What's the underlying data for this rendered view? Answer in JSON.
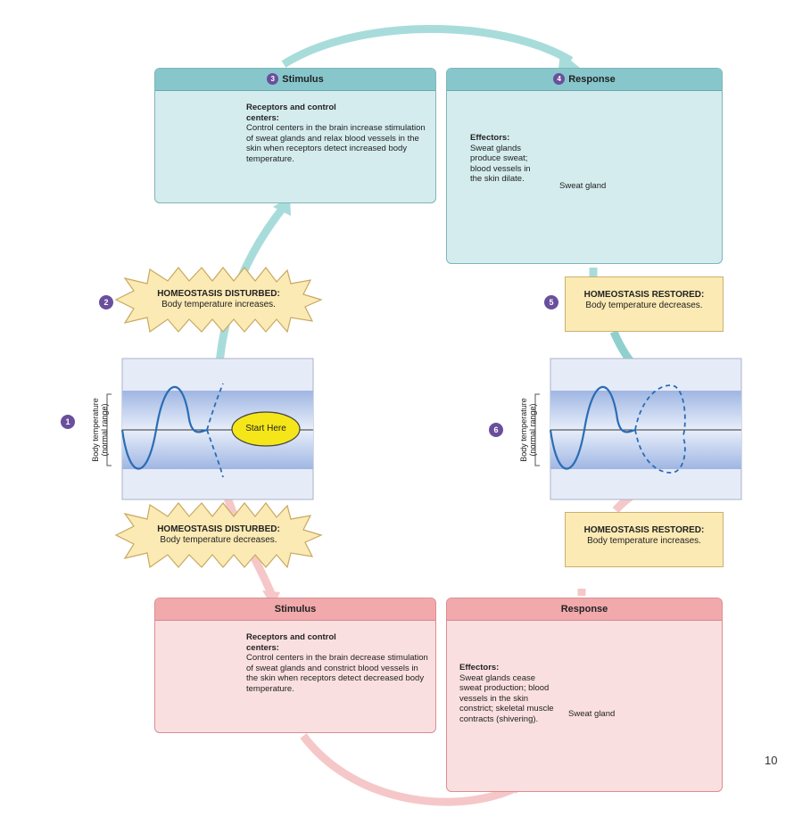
{
  "top_stimulus": {
    "step": "3",
    "header": "Stimulus",
    "title": "Receptors and control centers:",
    "text": "Control centers in the brain increase stimulation of sweat glands and relax blood vessels in the skin when receptors detect increased body temperature."
  },
  "top_response": {
    "step": "4",
    "header": "Response",
    "title": "Effectors:",
    "text": "Sweat glands produce sweat; blood vessels in the skin dilate.",
    "gland_label": "Sweat gland"
  },
  "disturbed_up": {
    "step": "2",
    "title": "HOMEOSTASIS DISTURBED:",
    "text": "Body temperature increases."
  },
  "restored_down": {
    "step": "5",
    "title": "HOMEOSTASIS RESTORED:",
    "text": "Body temperature decreases."
  },
  "graph_left": {
    "step": "1",
    "ylabel_line1": "Body temperature",
    "ylabel_line2": "(normal range)",
    "start_label": "Start Here"
  },
  "graph_right": {
    "step": "6",
    "ylabel_line1": "Body temperature",
    "ylabel_line2": "(normal range)"
  },
  "disturbed_down": {
    "title": "HOMEOSTASIS DISTURBED:",
    "text": "Body temperature decreases."
  },
  "restored_up": {
    "title": "HOMEOSTASIS RESTORED:",
    "text": "Body temperature increases."
  },
  "bottom_stimulus": {
    "header": "Stimulus",
    "title": "Receptors and control centers:",
    "text": "Control centers in the brain decrease stimulation of sweat glands and constrict blood vessels in the skin when receptors detect decreased body temperature."
  },
  "bottom_response": {
    "header": "Response",
    "title": "Effectors:",
    "text": "Sweat glands cease sweat production; blood vessels in the skin constrict; skeletal muscle contracts (shivering).",
    "gland_label": "Sweat gland"
  },
  "page_number": "10",
  "colors": {
    "teal_arrow": "#a9dcdc",
    "pink_arrow": "#f6c8c9",
    "band": "#b6c8ea",
    "wave": "#2a6db5",
    "purple": "#6a4f9c"
  }
}
